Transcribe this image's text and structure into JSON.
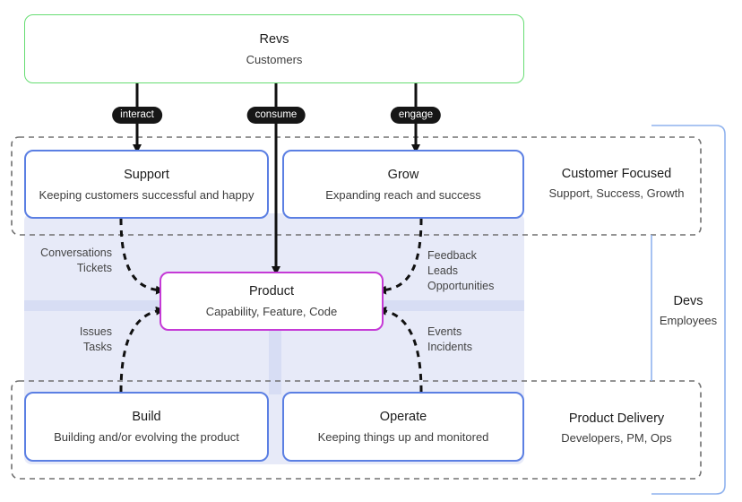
{
  "top": {
    "title": "Revs",
    "subtitle": "Customers"
  },
  "edges": {
    "interact": "interact",
    "consume": "consume",
    "engage": "engage"
  },
  "support": {
    "title": "Support",
    "subtitle": "Keeping customers successful and happy"
  },
  "grow": {
    "title": "Grow",
    "subtitle": "Expanding reach and success"
  },
  "product": {
    "title": "Product",
    "subtitle": "Capability, Feature, Code"
  },
  "build": {
    "title": "Build",
    "subtitle": "Building and/or evolving the product"
  },
  "operate": {
    "title": "Operate",
    "subtitle": "Keeping things up and monitored"
  },
  "flows": {
    "support_to_product": [
      "Conversations",
      "Tickets"
    ],
    "grow_to_product": [
      "Feedback",
      "Leads",
      "Opportunities"
    ],
    "build_to_product": [
      "Issues",
      "Tasks"
    ],
    "operate_to_product": [
      "Events",
      "Incidents"
    ]
  },
  "groups": {
    "customer_focused": {
      "title": "Customer Focused",
      "subtitle": "Support, Success, Growth"
    },
    "product_delivery": {
      "title": "Product Delivery",
      "subtitle": "Developers, PM, Ops"
    },
    "devs": {
      "title": "Devs",
      "subtitle": "Employees"
    }
  },
  "colors": {
    "box_border": "#5b7fe3",
    "revs_border": "#66dd72",
    "product_border": "#c53ad6",
    "region_fill": "#e6e9f8",
    "dashed_group": "#707070",
    "devs_bracket": "#8fb2ee"
  }
}
